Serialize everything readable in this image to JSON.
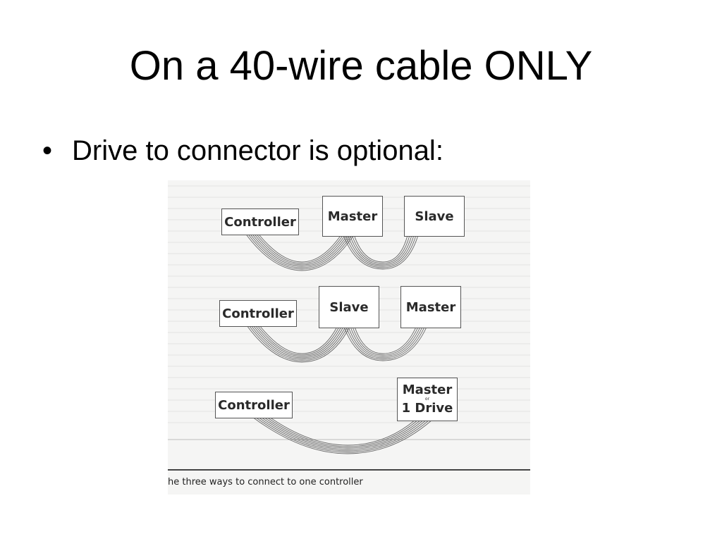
{
  "slide": {
    "title": "On a 40-wire cable ONLY",
    "bullet": "Drive to connector is optional:"
  },
  "figure": {
    "rows": [
      {
        "controller": "Controller",
        "drive1": "Master",
        "drive2": "Slave"
      },
      {
        "controller": "Controller",
        "drive1": "Slave",
        "drive2": "Master"
      },
      {
        "controller": "Controller",
        "drive1_top": "Master",
        "drive1_or": "or",
        "drive1_bottom": "1 Drive"
      }
    ],
    "caption": "he three ways to connect to one controller"
  }
}
